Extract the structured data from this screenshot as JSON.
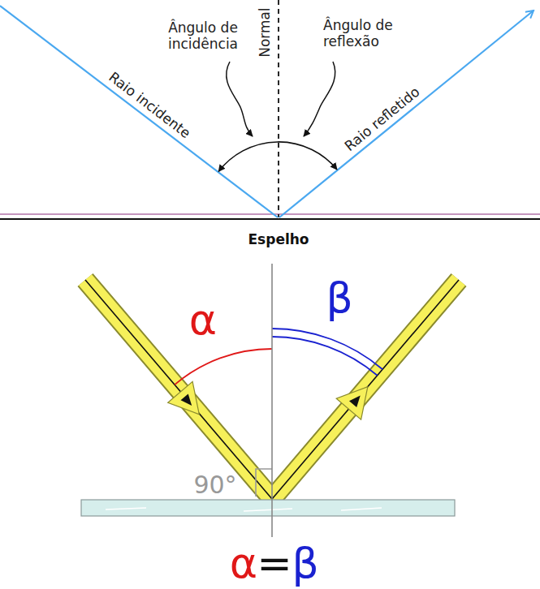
{
  "diagram": {
    "labels": [
      "Ângulo de incidência",
      "Normal",
      "Ângulo de reflexão",
      "Raio incidente",
      "Raio refletido",
      "Espelho",
      "α",
      "β",
      "90°",
      "α",
      "=",
      "β"
    ]
  }
}
